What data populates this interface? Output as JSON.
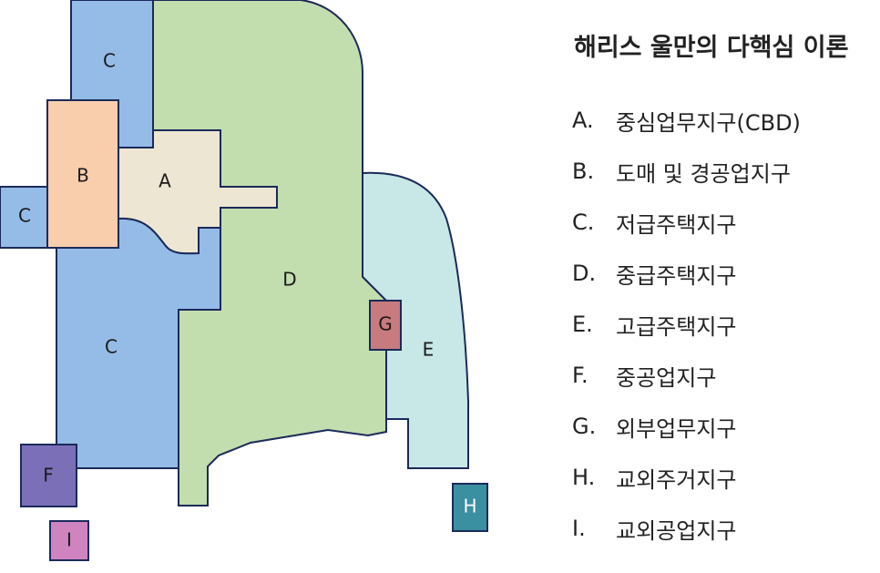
{
  "title": "해리스 울만의 다핵심 이론",
  "legend": [
    {
      "letter": "A.",
      "name": "중심업무지구(CBD)"
    },
    {
      "letter": "B.",
      "name": "도매 및 경공업지구"
    },
    {
      "letter": "C.",
      "name": "저급주택지구"
    },
    {
      "letter": "D.",
      "name": "중급주택지구"
    },
    {
      "letter": "E.",
      "name": "고급주택지구"
    },
    {
      "letter": "F.",
      "name": "중공업지구"
    },
    {
      "letter": "G.",
      "name": "외부업무지구"
    },
    {
      "letter": "H.",
      "name": "교외주거지구"
    },
    {
      "letter": "I.",
      "name": "교외공업지구"
    }
  ],
  "zones": {
    "a": "A",
    "b": "B",
    "c": "C",
    "d": "D",
    "e": "E",
    "f": "F",
    "g": "G",
    "h": "H",
    "i": "I"
  },
  "colors": {
    "A": "#ece6d3",
    "B": "#f9ceac",
    "C": "#94bce6",
    "D": "#c2deae",
    "E": "#c8e7e7",
    "F": "#7b6fb8",
    "G": "#c87b7e",
    "H": "#3a8fa0",
    "I": "#cf84bf"
  }
}
